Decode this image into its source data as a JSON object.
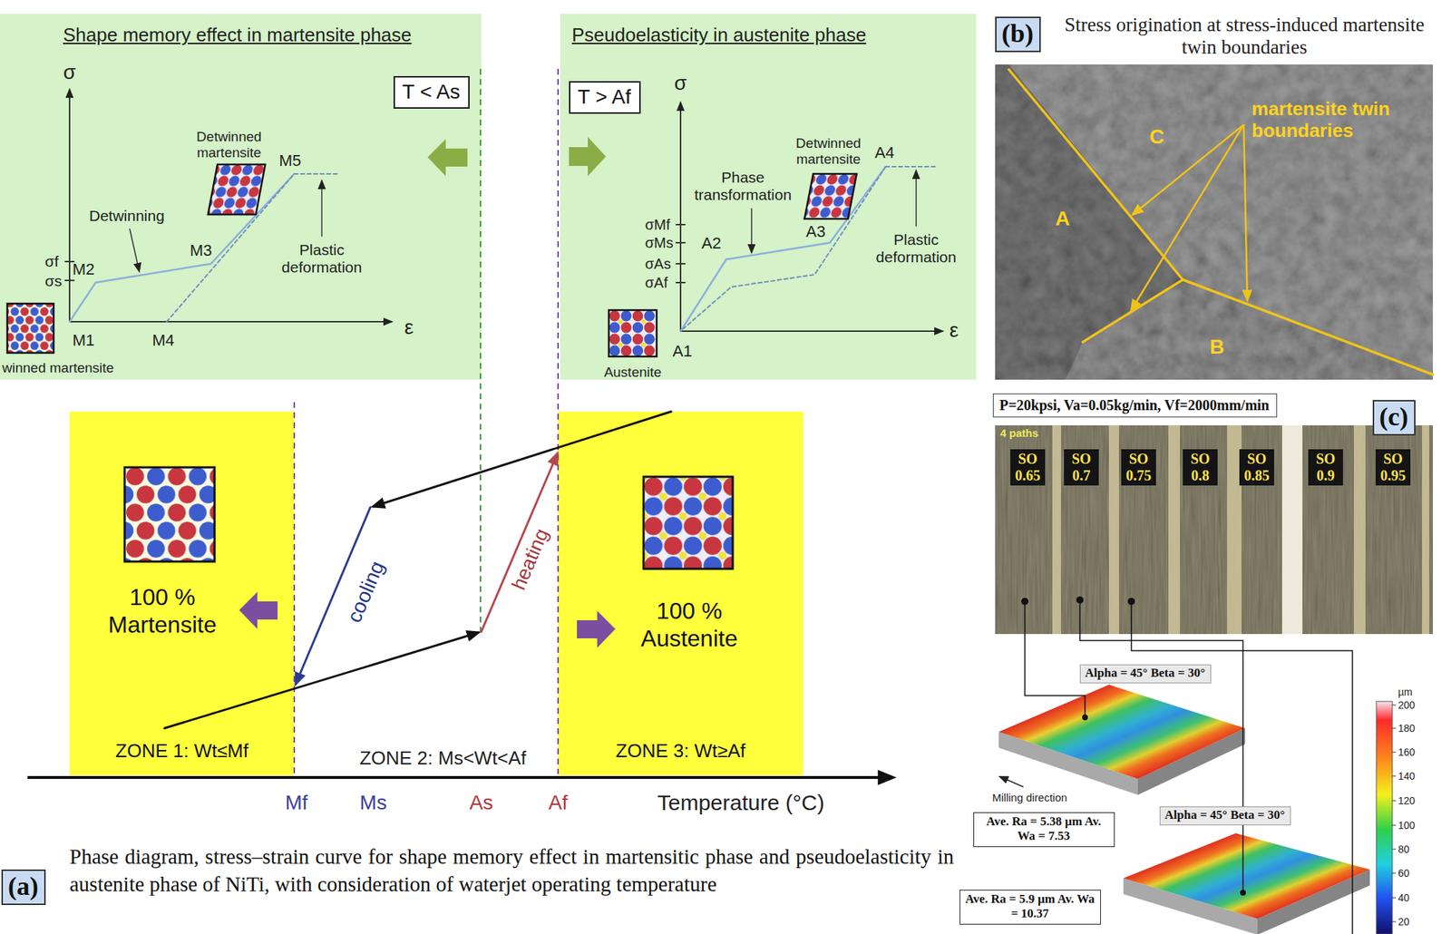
{
  "diagram": {
    "caption": "Phase diagram, stress–strain curve for shape memory effect in martensitic phase and pseudoelasticity in austenite phase of NiTi, with consideration of waterjet operating temperature",
    "nodes": [
      {
        "text": [
          "Shape memory effect in martensite phase"
        ]
      },
      {
        "text": [
          "T < As"
        ],
        "in": 0
      },
      {
        "text": [
          "Pseudoelasticity in austenite phase"
        ]
      },
      {
        "text": [
          "T > Af"
        ],
        "in": 2
      },
      {
        "text": [
          "100 % Martensite",
          "ZONE 1: Wt≤Mf"
        ]
      },
      {
        "text": [
          "100 % Austenite",
          "ZONE 3: Wt≥Af"
        ]
      },
      {
        "text": [
          "(a)"
        ]
      },
      {
        "text": [
          "(b)"
        ]
      },
      {
        "text": [
          "(c)"
        ]
      },
      {
        "text": [
          "P=20kpsi, Va=0.05kg/min, Vf=2000mm/min"
        ]
      },
      {
        "text": [
          "Alpha = 45° Beta = 30°"
        ]
      },
      {
        "text": [
          "Alpha = 45° Beta = 30°"
        ]
      },
      {
        "text": [
          "Ave. Ra = 5.38 µm Av. Wa = 7.53"
        ]
      },
      {
        "text": [
          "Ave. Ra = 5.9 µm Av. Wa = 10.37"
        ]
      }
    ],
    "labels": [
      "σ",
      "Detwinned martensite",
      "M5",
      "Detwinning",
      "M3",
      "Plastic deformation",
      "σf",
      "M2",
      "σs",
      "ε",
      "M1",
      "M4",
      "winned martensite",
      "σ",
      "Detwinned martensite",
      "A4",
      "Phase transformation",
      "σMf",
      "σMs",
      "σAs",
      "σAf",
      "A2",
      "A3",
      "Plastic deformation",
      "ε",
      "A1",
      "Austenite",
      "cooling",
      "heating",
      "ZONE 2: Ms<Wt<Af",
      "Mf",
      "Ms",
      "As",
      "Af",
      "Temperature (°C)",
      "Stress origination at stress-induced martensite twin boundaries",
      "C",
      "A",
      "B",
      "martensite twin boundaries",
      "4 paths",
      "SO 0.65",
      "SO 0.7",
      "SO 0.75",
      "SO 0.8",
      "SO 0.85",
      "SO 0.9",
      "SO 0.95",
      "Milling direction",
      "µm",
      "200",
      "180",
      "160",
      "140",
      "120",
      "100",
      "80",
      "60",
      "40",
      "20"
    ]
  }
}
